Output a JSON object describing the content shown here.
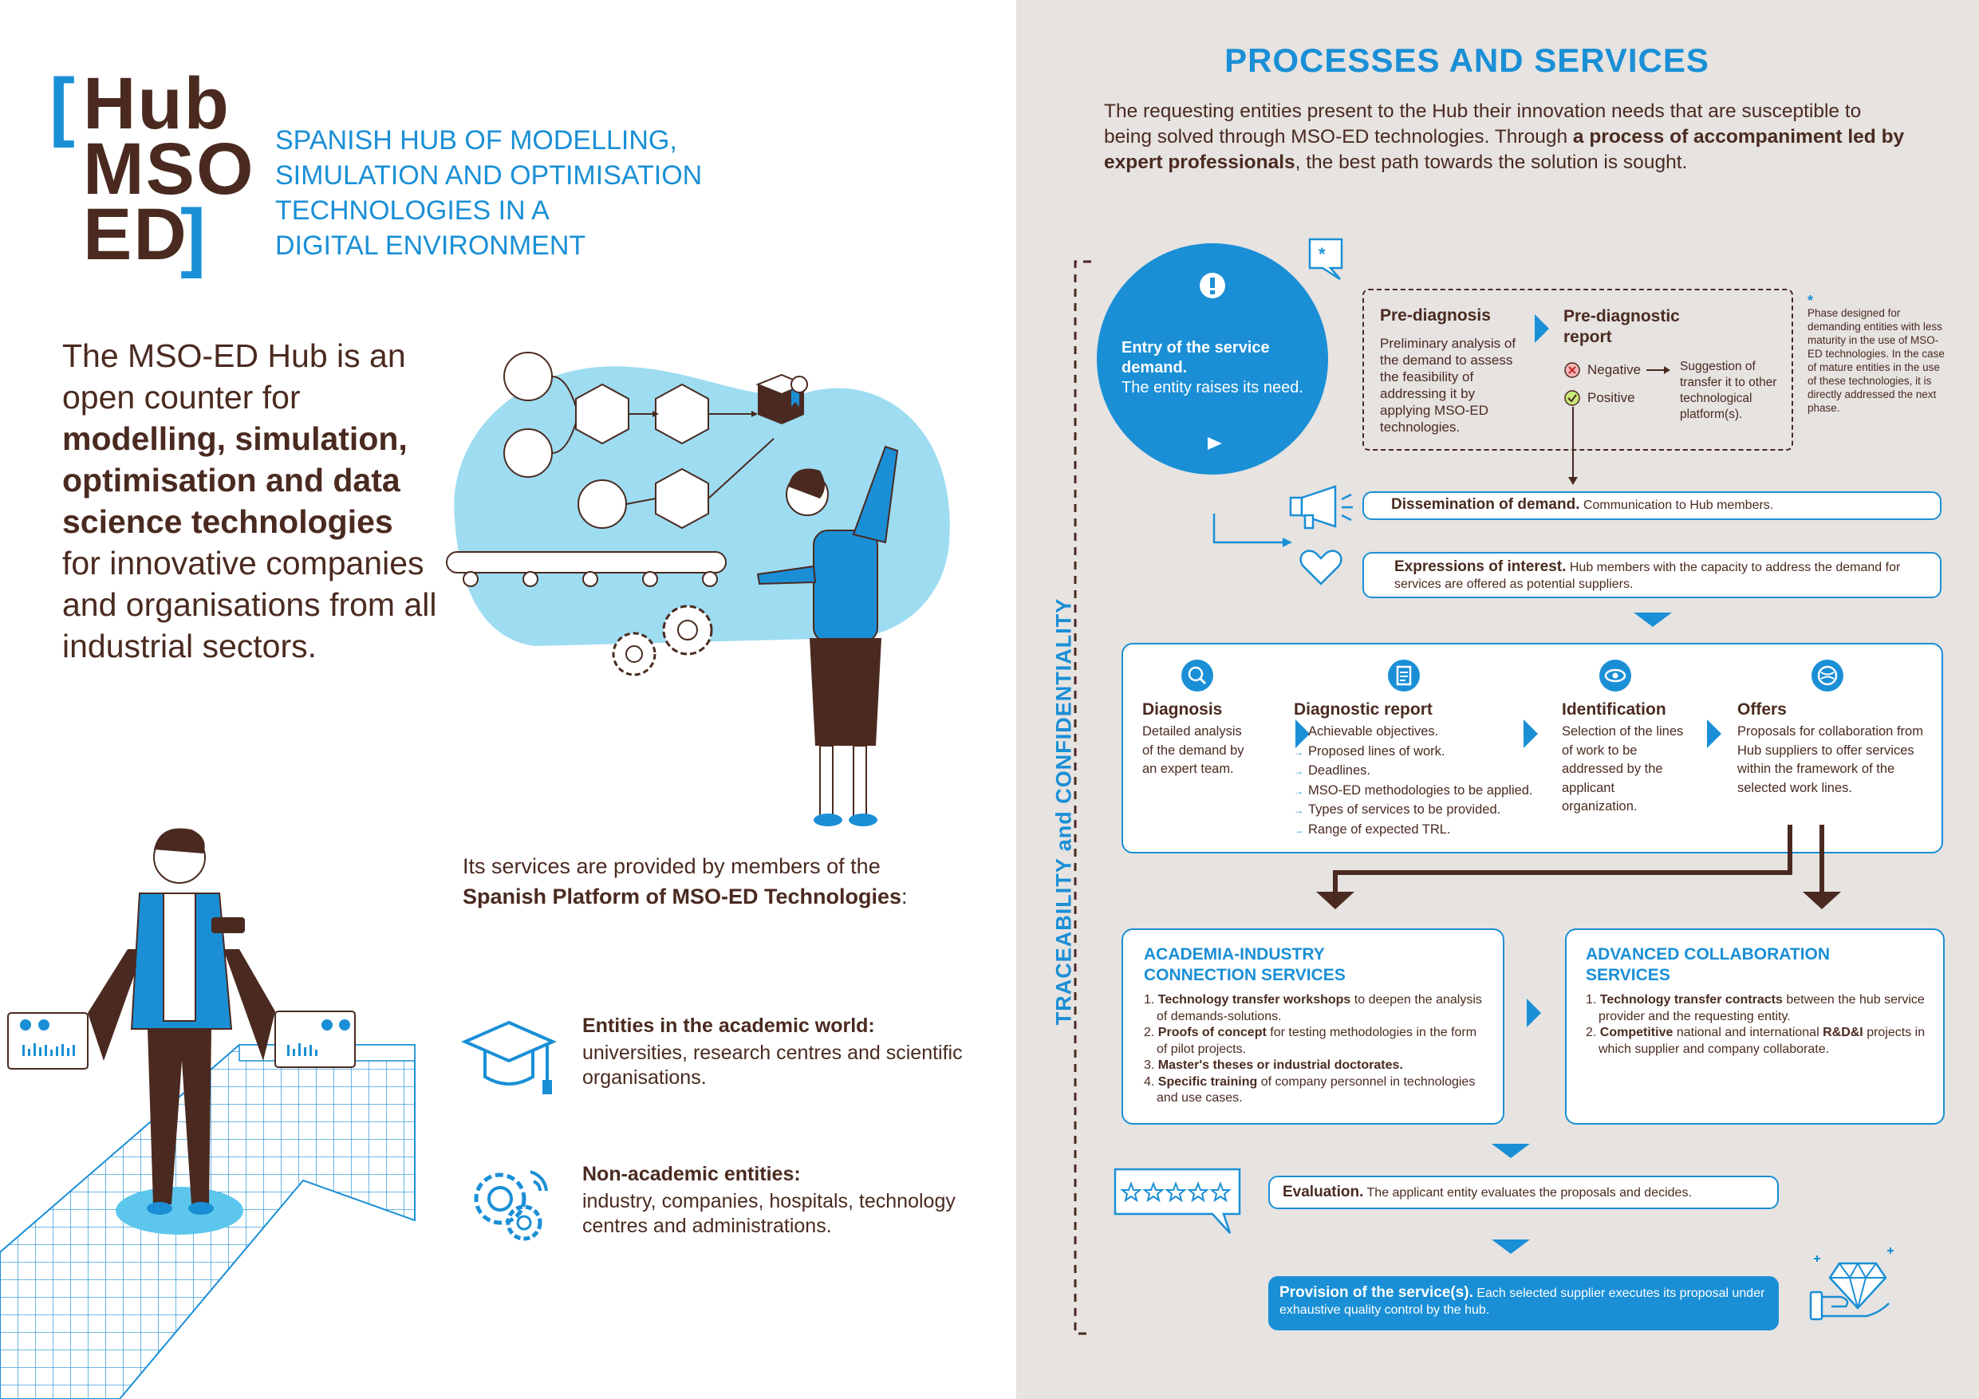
{
  "logo": {
    "open_bracket": "[",
    "line1": "Hub",
    "line2": "MSO",
    "line3": "ED",
    "close_bracket": "]"
  },
  "tagline": [
    "SPANISH HUB OF MODELLING,",
    "SIMULATION AND OPTIMISATION",
    "TECHNOLOGIES IN A",
    "DIGITAL ENVIRONMENT"
  ],
  "intro": {
    "part1": "The MSO-ED Hub is an open counter for",
    "bold": "modelling, simulation, optimisation and data science technologies",
    "part2": "for innovative companies and organisations from all industrial sectors."
  },
  "services_intro": {
    "part1": "Its services are provided by members of the",
    "bold": "Spanish Platform of MSO-ED Technologies",
    "part2": ":"
  },
  "entities": [
    {
      "title": "Entities in the academic world:",
      "desc": "universities, research centres and scientific organisations.",
      "icon": "graduation-cap-icon"
    },
    {
      "title": "Non-academic entities:",
      "desc": "industry, companies, hospitals, technology centres and administrations.",
      "icon": "gears-icon"
    }
  ],
  "right": {
    "title": "PROCESSES AND SERVICES",
    "intro_part1": "The requesting entities present to the Hub their innovation needs that are susceptible to being solved through MSO-ED technologies. Through",
    "intro_bold": "a process of accompaniment led by expert professionals",
    "intro_part2": ", the best path towards the solution is sought.",
    "side_label": "TRACEABILITY and CONFIDENTIALITY",
    "entry": {
      "title": "Entry of the service demand.",
      "desc": "The entity raises its need."
    },
    "prediag": {
      "title": "Pre-diagnosis",
      "desc": "Preliminary analysis of the demand to assess the feasibility of addressing it by applying MSO-ED technologies."
    },
    "prediag_report": {
      "title": "Pre-diagnostic report",
      "negative": "Negative",
      "positive": "Positive",
      "suggestion": "Suggestion of transfer it to other technological platform(s)."
    },
    "asterisk": "*",
    "note": "Phase designed for demanding entities with less maturity in the use of MSO-ED technologies. In the case of mature entities in the use of these technologies, it is directly addressed the next phase.",
    "dissemination": {
      "title": "Dissemination of demand.",
      "desc": "Communication to Hub members."
    },
    "interest": {
      "title": "Expressions of interest.",
      "desc": "Hub members with the capacity to address the demand for services are offered as potential suppliers."
    },
    "steps": [
      {
        "title": "Diagnosis",
        "desc": "Detailed analysis of the demand by an expert team."
      },
      {
        "title": "Diagnostic report",
        "items": [
          "Achievable objectives.",
          "Proposed lines of work.",
          "Deadlines.",
          "MSO-ED methodologies to be applied.",
          "Types of services to be provided.",
          "Range of expected TRL."
        ]
      },
      {
        "title": "Identification",
        "desc": "Selection of the lines of work to be addressed by the applicant organization."
      },
      {
        "title": "Offers",
        "desc": "Proposals for collaboration from Hub suppliers to offer services within the framework of the selected work lines."
      }
    ],
    "academia": {
      "title1": "ACADEMIA-INDUSTRY",
      "title2": "CONNECTION SERVICES",
      "items": [
        {
          "num": "1.",
          "bold": "Technology transfer workshops",
          "rest": " to deepen the analysis of demands-solutions."
        },
        {
          "num": "2.",
          "bold": "Proofs of concept",
          "rest": " for testing methodologies in the form of pilot projects."
        },
        {
          "num": "3.",
          "bold": "Master's theses or industrial doctorates.",
          "rest": ""
        },
        {
          "num": "4.",
          "bold": "Specific training",
          "rest": "  of company personnel in technologies and use cases."
        }
      ]
    },
    "advanced": {
      "title1": "ADVANCED COLLABORATION",
      "title2": "SERVICES",
      "items": [
        {
          "num": "1.",
          "bold": "Technology transfer contracts",
          "rest": " between the hub service provider and the requesting entity."
        },
        {
          "num": "2.",
          "bold": "Competitive",
          "rest": " national and international ",
          "bold2": "R&D&I",
          "rest2": " projects in which supplier and company collaborate."
        }
      ]
    },
    "evaluation": {
      "title": "Evaluation.",
      "desc": "The applicant entity evaluates the proposals and decides."
    },
    "provision": {
      "title": "Provision of the service(s).",
      "desc": "Each selected supplier executes its proposal under exhaustive quality control by the hub."
    }
  },
  "colors": {
    "blue": "#1a8fd6",
    "brown": "#4a2a20",
    "light_blue": "#9edcf2",
    "panel": "#e6e3e1"
  }
}
